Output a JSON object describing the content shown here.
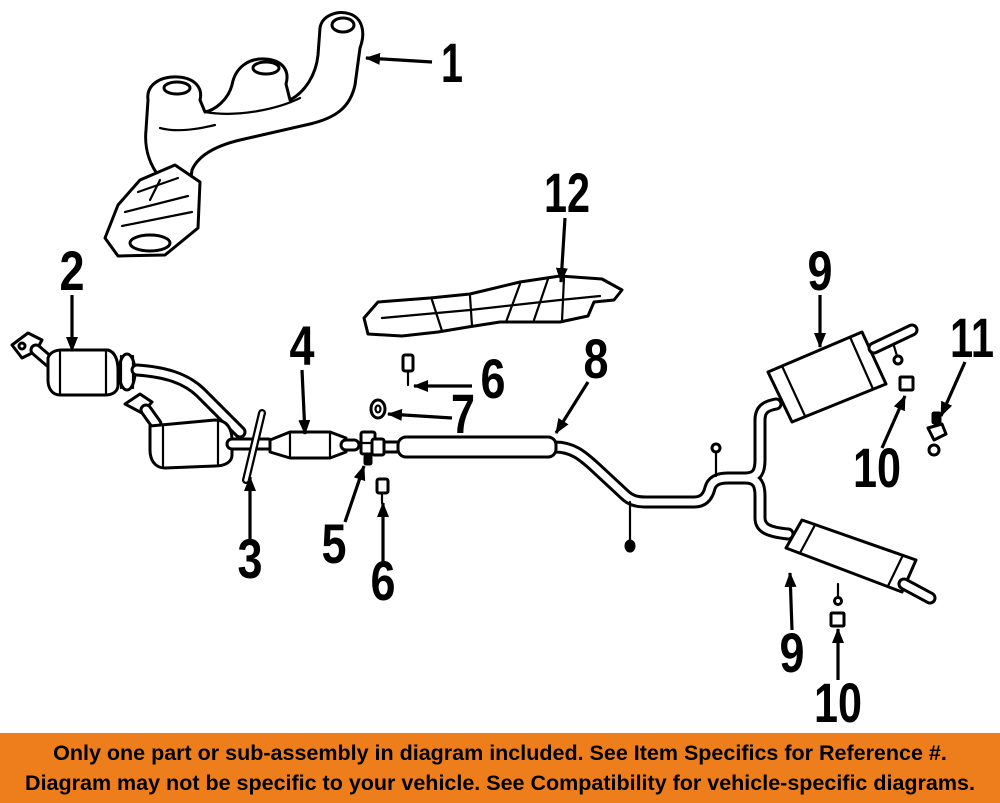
{
  "diagram": {
    "callouts": [
      "1",
      "12",
      "2",
      "4",
      "6",
      "7",
      "8",
      "9",
      "11",
      "10",
      "3",
      "5",
      "6",
      "9",
      "10"
    ]
  },
  "banner": {
    "line1": "Only one part or sub-assembly in diagram included. See Item Specifics for Reference #.",
    "line2": "Diagram may not be specific to your vehicle. See Compatibility for vehicle-specific diagrams.",
    "background_color": "#EE7E1C",
    "text_color": "#000000"
  },
  "colors": {
    "line_art": "#000000",
    "background": "#FFFFFF"
  }
}
